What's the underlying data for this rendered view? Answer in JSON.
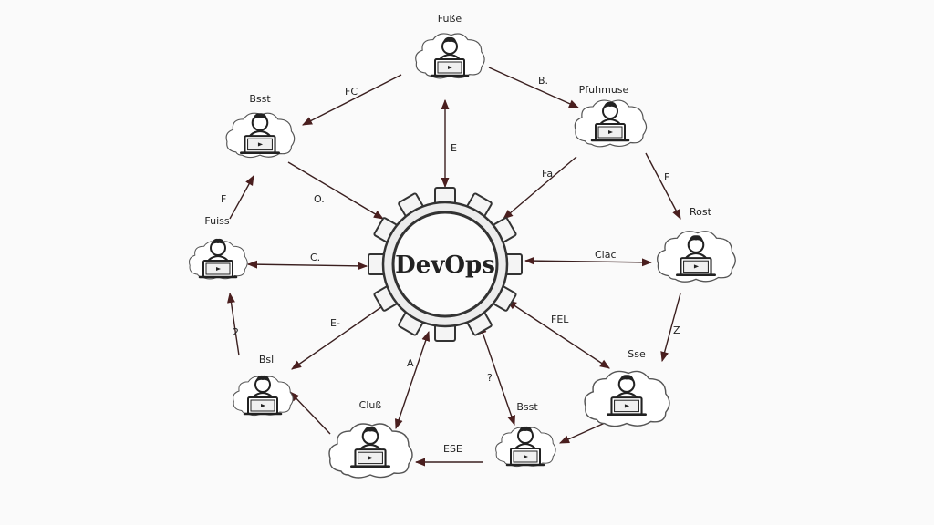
{
  "center": {
    "label": "DevOps"
  },
  "nodes": [
    {
      "id": "n1",
      "label": "Fuße"
    },
    {
      "id": "n2",
      "label": "Bsst"
    },
    {
      "id": "n3",
      "label": "Pfuhmuse"
    },
    {
      "id": "n4",
      "label": "Fuiss"
    },
    {
      "id": "n5",
      "label": "Rost"
    },
    {
      "id": "n6",
      "label": "Bsl"
    },
    {
      "id": "n7",
      "label": "Sse"
    },
    {
      "id": "n8",
      "label": "Cluß"
    },
    {
      "id": "n9",
      "label": "Bsst"
    }
  ],
  "edges": [
    {
      "label": "FC"
    },
    {
      "label": "B."
    },
    {
      "label": "E"
    },
    {
      "label": "F"
    },
    {
      "label": "O."
    },
    {
      "label": "Fa"
    },
    {
      "label": "F"
    },
    {
      "label": "C."
    },
    {
      "label": "Clac"
    },
    {
      "label": "2"
    },
    {
      "label": "E-"
    },
    {
      "label": "FEL"
    },
    {
      "label": "Z"
    },
    {
      "label": "A"
    },
    {
      "label": "?"
    },
    {
      "label": "ESE"
    }
  ]
}
